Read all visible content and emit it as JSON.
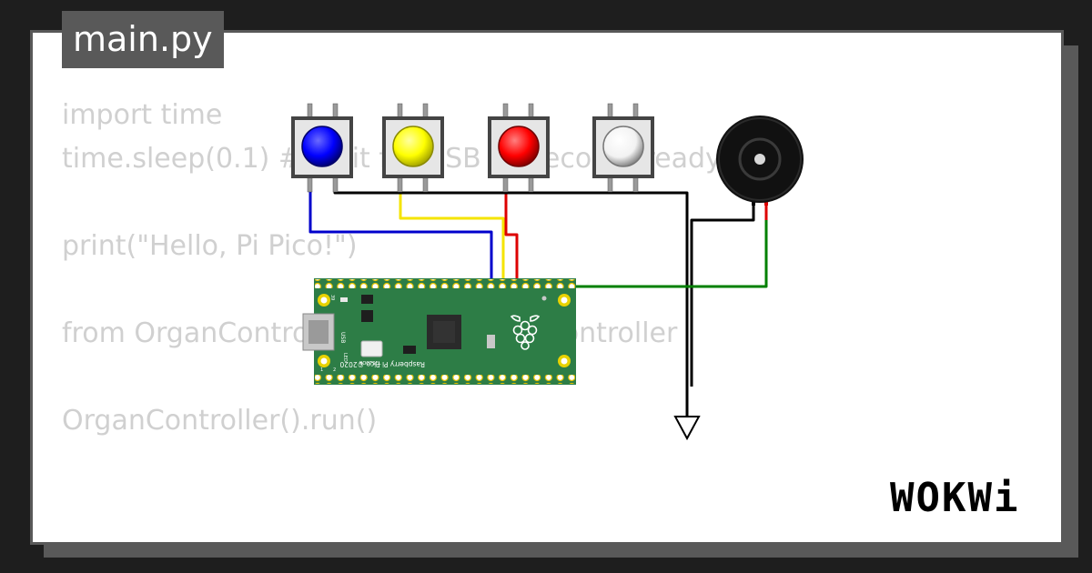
{
  "file_tab": {
    "label": "main.py"
  },
  "code": {
    "lines": [
      "import time",
      "time.sleep(0.1) # Wait for USB to become ready",
      "",
      "print(\"Hello, Pi Pico!\")",
      "",
      "from OrganController import OrganController",
      "",
      "OrganController().run()"
    ]
  },
  "pico": {
    "brand_text": "Raspberry Pi Pico ©2020",
    "bootsel_label": "BOOTSEL",
    "usb_label": "USB",
    "led_label": "LED",
    "pin_label_39": "39",
    "pin_label_1": "1",
    "pin_label_2": "2"
  },
  "colors": {
    "button_blue": "#0000ff",
    "button_yellow": "#ffff00",
    "button_red": "#ff0000",
    "button_white": "#ffffff",
    "wire_blue": "#0000cc",
    "wire_yellow": "#f5e400",
    "wire_red": "#dd0000",
    "wire_green": "#008000",
    "pcb_green": "#2d7d46"
  },
  "brand": {
    "label": "WOKWi"
  }
}
